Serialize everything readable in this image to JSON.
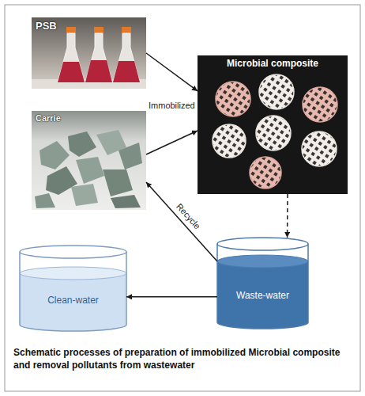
{
  "diagram": {
    "caption": "Schematic processes of preparation of immobilized Microbial composite and removal pollutants from wastewater",
    "nodes": [
      {
        "text": [
          "PSB"
        ]
      },
      {
        "text": [
          "Carrie"
        ]
      },
      {
        "text": [
          "Microbial composite"
        ]
      },
      {
        "text": [
          "Waste-water"
        ]
      },
      {
        "text": [
          "Clean-water"
        ]
      }
    ],
    "edges": [
      {
        "from": 0,
        "to": 2,
        "arrow": "to"
      },
      {
        "from": 1,
        "to": 2,
        "arrow": "to"
      },
      {
        "from": 2,
        "to": 3,
        "arrow": "to"
      },
      {
        "from": 3,
        "to": 1,
        "label": "Recycle",
        "arrow": "to"
      },
      {
        "from": 3,
        "to": 4,
        "arrow": "to"
      }
    ],
    "labels": [
      "Immobilized"
    ]
  }
}
